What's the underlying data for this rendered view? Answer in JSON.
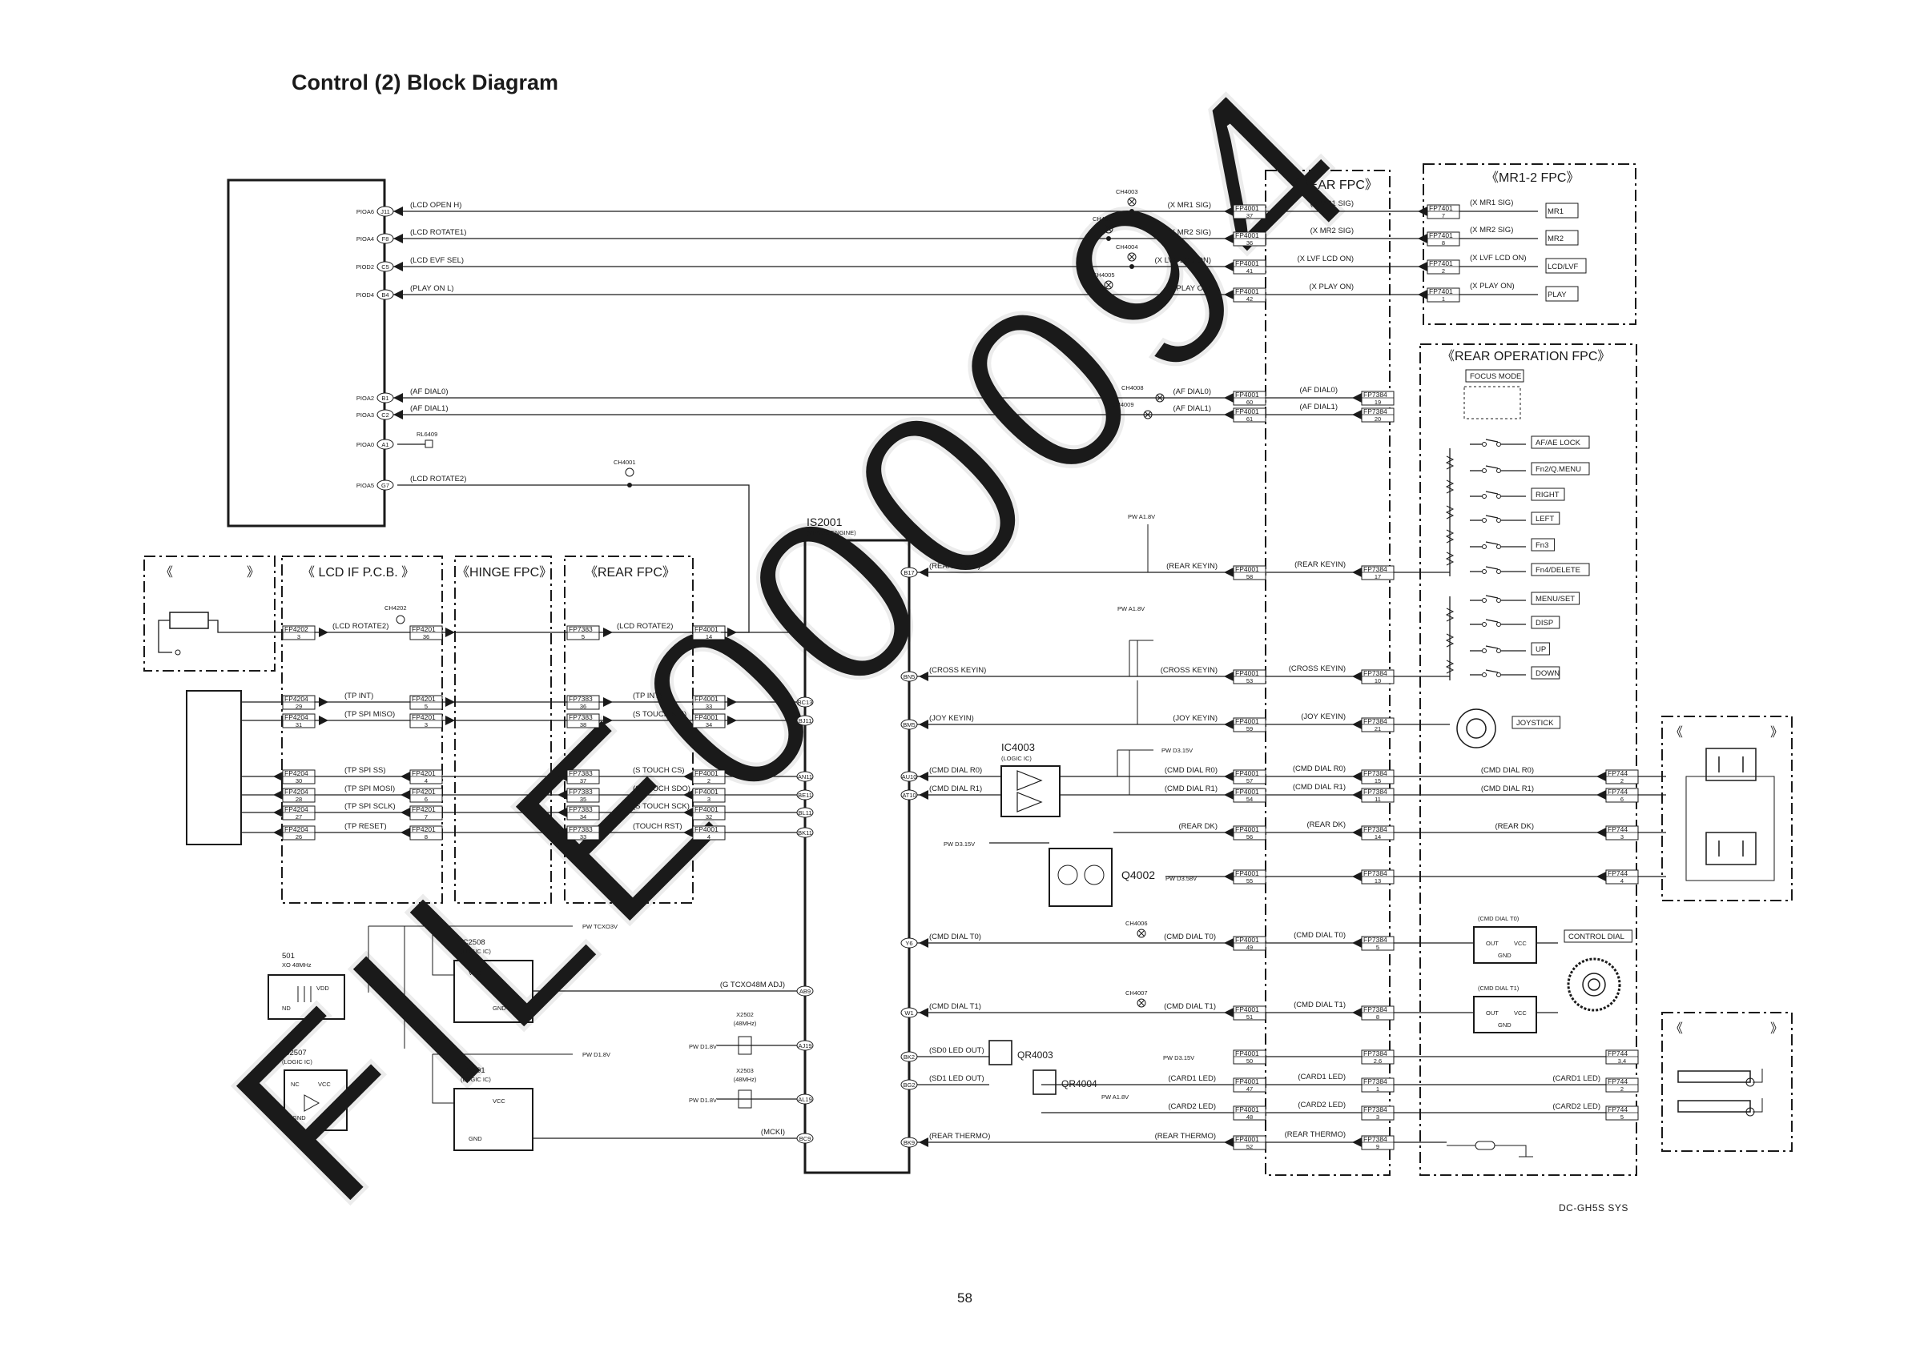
{
  "title": "Control (2) Block Diagram",
  "page_number": "58",
  "model_code": "DC-GH5S  SYS",
  "watermark": "FILE000094",
  "fpc_blocks": {
    "rear_fpc_top": "《REAR FPC》",
    "mr12_fpc": "《MR1-2 FPC》",
    "rear_operation_fpc": "《REAR OPERATION FPC》",
    "lcd_if_pcb": "《 LCD IF P.C.B. 》",
    "hinge_fpc": "《HINGE FPC》",
    "rear_fpc_left": "《REAR FPC》",
    "blank_left_a": "《",
    "blank_left_b": "》",
    "blank_right_a": "《",
    "blank_right_b": "》"
  },
  "pioa_ports": [
    {
      "name": "PIOA6",
      "pin": "J11",
      "signal": "(LCD OPEN H)"
    },
    {
      "name": "PIOA4",
      "pin": "F8",
      "signal": "(LCD ROTATE1)"
    },
    {
      "name": "PIOD2",
      "pin": "C5",
      "signal": "(LCD EVF SEL)"
    },
    {
      "name": "PIOD4",
      "pin": "B4",
      "signal": "(PLAY ON L)"
    },
    {
      "name": "PIOA2",
      "pin": "B1",
      "signal": "(AF DIAL0)"
    },
    {
      "name": "PIOA3",
      "pin": "C2",
      "signal": "(AF DIAL1)"
    },
    {
      "name": "PIOA0",
      "pin": "A1",
      "signal": ""
    },
    {
      "name": "PIOA5",
      "pin": "G7",
      "signal": "(LCD ROTATE2)"
    }
  ],
  "top_rows": [
    {
      "ch": "CH4003",
      "sig": "(X MR1 SIG)",
      "fp": "FP4001",
      "fp_pin": "37",
      "fpc_sig": "(X MR1 SIG)",
      "fp2": "FP7401",
      "fp2_pin": "7",
      "mr_sig": "(X MR1 SIG)",
      "target": "MR1"
    },
    {
      "ch": "CH4002",
      "sig": "(X MR2 SIG)",
      "fp": "FP4001",
      "fp_pin": "36",
      "fpc_sig": "(X MR2 SIG)",
      "fp2": "FP7401",
      "fp2_pin": "8",
      "mr_sig": "(X MR2 SIG)",
      "target": "MR2"
    },
    {
      "ch": "CH4004",
      "sig": "(X LVF LCD ON)",
      "fp": "FP4001",
      "fp_pin": "41",
      "fpc_sig": "(X LVF LCD ON)",
      "fp2": "FP7401",
      "fp2_pin": "2",
      "mr_sig": "(X LVF LCD ON)",
      "target": "LCD/LVF"
    },
    {
      "ch": "CH4005",
      "sig": "(X PLAY ON)",
      "fp": "FP4001",
      "fp_pin": "42",
      "fpc_sig": "(X PLAY ON)",
      "fp2": "FP7401",
      "fp2_pin": "1",
      "mr_sig": "(X PLAY ON)",
      "target": "PLAY"
    }
  ],
  "af_rows": [
    {
      "ch": "CH4008",
      "sig": "(AF DIAL0)",
      "fp": "FP4001",
      "fp_pin": "60",
      "fpc_sig": "(AF DIAL0)",
      "fp2": "FP7384",
      "fp2_pin": "19"
    },
    {
      "ch": "CH4009",
      "sig": "(AF DIAL1)",
      "fp": "FP4001",
      "fp_pin": "61",
      "fpc_sig": "(AF DIAL1)",
      "fp2": "FP7384",
      "fp2_pin": "20"
    }
  ],
  "misc_labels": {
    "rl6409": "RL6409",
    "ch4001": "CH4001",
    "ch4202": "CH4202",
    "ch4006": "CH4006",
    "ch4007": "CH4007",
    "pw_a18_1": "PW A1.8V",
    "pw_a18_2": "PW A1.8V",
    "pw_a18_3": "PW A1.8V",
    "pw_d315_1": "PW D3.15V",
    "pw_d315_2": "PW D3.15V",
    "pw_d315_3": "PW D3.15V",
    "pw_d358": "PW D3.58V",
    "pw_tcxo3v": "PW TCXO3V",
    "pw_d18": "PW D1.8V",
    "pw_d18_x1": "PW D1.8V",
    "pw_d18_x2": "PW D1.8V"
  },
  "ic_main": {
    "name": "IS2001",
    "sub": "(VENUS ENGINE)"
  },
  "buttons": [
    "FOCUS MODE",
    "AF/AE LOCK",
    "Fn2/Q.MENU",
    "RIGHT",
    "LEFT",
    "Fn3",
    "Fn4/DELETE",
    "MENU/SET",
    "DISP",
    "UP",
    "DOWN",
    "JOYSTICK",
    "CONTROL DIAL"
  ],
  "key_rows": [
    {
      "pin": "B17",
      "sig": "(REAR KEYIN)",
      "sig2": "(REAR KEYIN)",
      "fp": "FP4001",
      "fp_pin": "58",
      "fpc_sig": "(REAR KEYIN)",
      "fp2": "FP7384",
      "fp2_pin": "17"
    },
    {
      "pin": "BN5",
      "sig": "(CROSS KEYIN)",
      "sig2": "(CROSS KEYIN)",
      "fp": "FP4001",
      "fp_pin": "53",
      "fpc_sig": "(CROSS KEYIN)",
      "fp2": "FP7384",
      "fp2_pin": "10"
    },
    {
      "pin": "BM5",
      "sig": "(JOY KEYIN)",
      "sig2": "(JOY KEYIN)",
      "fp": "FP4001",
      "fp_pin": "59",
      "fpc_sig": "(JOY KEYIN)",
      "fp2": "FP7384",
      "fp2_pin": "21"
    }
  ],
  "lcd_lines": [
    {
      "fp_a": "FP4202",
      "pin_a": "3",
      "sig": "(LCD ROTATE2)",
      "fp_b": "FP4201",
      "pin_b": "36",
      "fp_c": "FP7383",
      "pin_c": "5",
      "sig2": "(LCD ROTATE2)",
      "fp_d": "FP4001",
      "pin_d": "14"
    },
    {
      "fp_a": "FP4204",
      "pin_a": "29",
      "sig": "(TP INT)",
      "fp_b": "FP4201",
      "pin_b": "5",
      "fp_c": "FP7383",
      "pin_c": "36",
      "sig2": "(TP INT)",
      "fp_d": "FP4001",
      "pin_d": "33",
      "ic_pin": "BC13"
    },
    {
      "fp_a": "FP4204",
      "pin_a": "31",
      "sig": "(TP SPI MISO)",
      "fp_b": "FP4201",
      "pin_b": "3",
      "fp_c": "FP7383",
      "pin_c": "38",
      "sig2": "(S TOUCH SDI)",
      "fp_d": "FP4001",
      "pin_d": "34",
      "ic_pin": "BJ11"
    },
    {
      "fp_a": "FP4204",
      "pin_a": "30",
      "sig": "(TP SPI SS)",
      "fp_b": "FP4201",
      "pin_b": "4",
      "fp_c": "FP7383",
      "pin_c": "37",
      "sig2": "(S TOUCH CS)",
      "fp_d": "FP4001",
      "pin_d": "2",
      "ic_pin": "AN11"
    },
    {
      "fp_a": "FP4204",
      "pin_a": "28",
      "sig": "(TP SPI MOSI)",
      "fp_b": "FP4201",
      "pin_b": "6",
      "fp_c": "FP7383",
      "pin_c": "35",
      "sig2": "(S TOUCH SDO)",
      "fp_d": "FP4001",
      "pin_d": "3",
      "ic_pin": "BE11"
    },
    {
      "fp_a": "FP4204",
      "pin_a": "27",
      "sig": "(TP SPI SCLK)",
      "fp_b": "FP4201",
      "pin_b": "7",
      "fp_c": "FP7383",
      "pin_c": "34",
      "sig2": "(S TOUCH SCK)",
      "fp_d": "FP4001",
      "pin_d": "32",
      "ic_pin": "BL11"
    },
    {
      "fp_a": "FP4204",
      "pin_a": "26",
      "sig": "(TP RESET)",
      "fp_b": "FP4201",
      "pin_b": "8",
      "fp_c": "FP7383",
      "pin_c": "33",
      "sig2": "(TOUCH RST)",
      "fp_d": "FP4001",
      "pin_d": "4",
      "ic_pin": "BK11"
    }
  ],
  "cmd_rows": [
    {
      "pin": "AU10",
      "sig": "(CMD DIAL R0)",
      "sig2": "(CMD DIAL R0)",
      "fp": "FP4001",
      "fp_pin": "57",
      "fpc_sig": "(CMD DIAL R0)",
      "fp2": "FP7384",
      "fp2_pin": "15",
      "far_sig": "(CMD DIAL R0)",
      "fp3": "FP744",
      "fp3_pin": "2"
    },
    {
      "pin": "AT10",
      "sig": "(CMD DIAL R1)",
      "sig2": "(CMD DIAL R1)",
      "fp": "FP4001",
      "fp_pin": "54",
      "fpc_sig": "(CMD DIAL R1)",
      "fp2": "FP7384",
      "fp2_pin": "11",
      "far_sig": "(CMD DIAL R1)",
      "fp3": "FP744",
      "fp3_pin": "6"
    },
    {
      "pin": "",
      "sig": "",
      "sig2": "(REAR DK)",
      "fp": "FP4001",
      "fp_pin": "56",
      "fpc_sig": "(REAR DK)",
      "fp2": "FP7384",
      "fp2_pin": "14",
      "far_sig": "(REAR DK)",
      "fp3": "FP744",
      "fp3_pin": "3"
    },
    {
      "pin": "",
      "sig": "",
      "sig2": "",
      "fp": "FP4001",
      "fp_pin": "55",
      "fpc_sig": "",
      "fp2": "FP7384",
      "fp2_pin": "13",
      "far_sig": "",
      "fp3": "FP744",
      "fp3_pin": "4"
    }
  ],
  "ic4003": {
    "name": "IC4003",
    "sub": "(LOGIC IC)"
  },
  "q4002": "Q4002",
  "dial_rows": [
    {
      "pin": "Y6",
      "sig": "(CMD DIAL T0)",
      "sig2": "(CMD DIAL T0)",
      "fp": "FP4001",
      "fp_pin": "49",
      "fpc_sig": "(CMD DIAL T0)",
      "fp2": "FP7384",
      "fp2_pin": "5",
      "enc_label": "(CMD DIAL T0)"
    },
    {
      "pin": "W1",
      "sig": "(CMD DIAL T1)",
      "sig2": "(CMD DIAL T1)",
      "fp": "FP4001",
      "fp_pin": "51",
      "fpc_sig": "(CMD DIAL T1)",
      "fp2": "FP7384",
      "fp2_pin": "8",
      "enc_label": "(CMD DIAL T1)"
    }
  ],
  "encoder_pins": {
    "out": "OUT",
    "vcc": "VCC",
    "gnd": "GND"
  },
  "led_rows": [
    {
      "pin": "BK2",
      "sig": "(SD0 LED OUT)",
      "fp": "FP4001",
      "fp_pin": "50",
      "fp2": "FP7384",
      "fp2_pin": "2,6",
      "fp3": "FP744",
      "fp3_pin": "3,4",
      "fpc_sig": "",
      "far_sig": ""
    },
    {
      "pin": "BG2",
      "sig": "(SD1 LED OUT)",
      "sig2": "(CARD1 LED)",
      "fp": "FP4001",
      "fp_pin": "47",
      "fpc_sig": "(CARD1 LED)",
      "fp2": "FP7384",
      "fp2_pin": "1",
      "far_sig": "(CARD1 LED)",
      "fp3": "FP744",
      "fp3_pin": "2"
    },
    {
      "pin": "",
      "sig": "",
      "sig2": "(CARD2 LED)",
      "fp": "FP4001",
      "fp_pin": "48",
      "fpc_sig": "(CARD2 LED)",
      "fp2": "FP7384",
      "fp2_pin": "3",
      "far_sig": "(CARD2 LED)",
      "fp3": "FP744",
      "fp3_pin": "5"
    },
    {
      "pin": "BK9",
      "sig": "(REAR THERMO)",
      "sig2": "(REAR THERMO)",
      "fp": "FP4001",
      "fp_pin": "52",
      "fpc_sig": "(REAR THERMO)",
      "fp2": "FP7384",
      "fp2_pin": "9",
      "far_sig": "",
      "fp3": "",
      "fp3_pin": ""
    }
  ],
  "qr": {
    "qr4003": "QR4003",
    "qr4004": "QR4004"
  },
  "clock": {
    "xo_name": "501",
    "xo_sub": "XO 48MHz",
    "xo_vdd": "VDD",
    "xo_nd": "ND",
    "ic2508": "IC2508",
    "ic2508_sub": "(LOGIC IC)",
    "ic2507": "IC2507",
    "ic2507_sub": "(LOGIC IC)",
    "ic2501": "IC2501",
    "ic2501_sub": "(LOGIC IC)",
    "g_tcxo": "(G TCXO48M ADJ)",
    "g_pin": "AB9",
    "x2502": "X2502",
    "x2502_f": "(48MHz)",
    "x2502_pin": "AJ19",
    "x2503": "X2503",
    "x2503_f": "(48MHz)",
    "x2503_pin": "AL19",
    "mcki": "(MCKI)",
    "mcki_pin": "BC9",
    "vcc": "VCC",
    "gnd": "GND",
    "nc": "NC"
  }
}
